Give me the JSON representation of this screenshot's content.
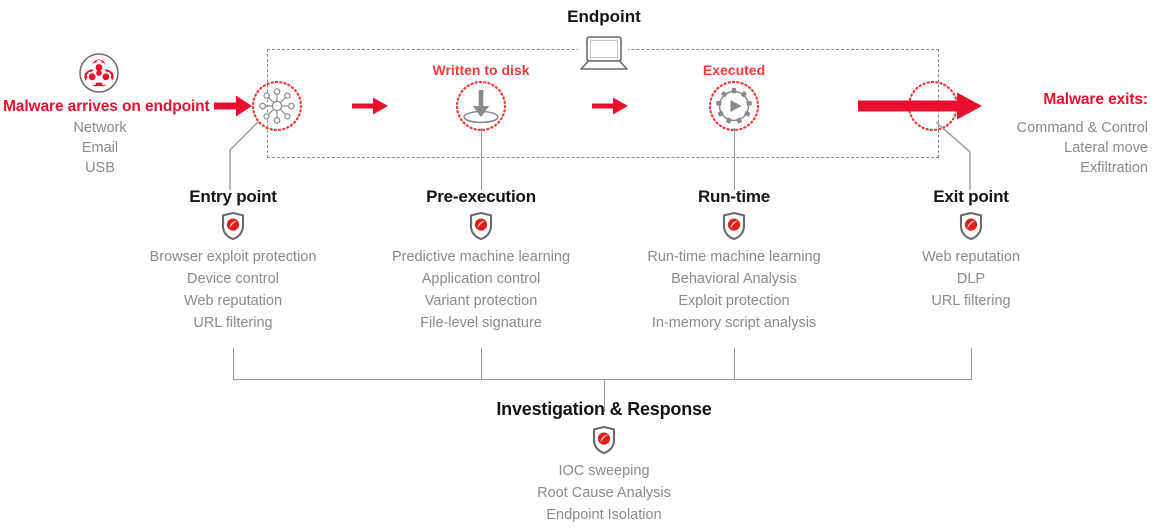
{
  "theme": {
    "red": "#e8112d",
    "red_light": "#ef3b3b",
    "gray_text": "#8a8a8a",
    "dark_text": "#151515",
    "line_gray": "#9a9a9a",
    "shield_outline": "#6e6a6b",
    "shield_red": "#e0211b"
  },
  "endpoint": {
    "title": "Endpoint",
    "icon": "laptop-icon"
  },
  "entry_stage": {
    "headline": "Malware arrives on endpoint",
    "vectors": [
      "Network",
      "Email",
      "USB"
    ],
    "icon": "biohazard-icon"
  },
  "exit_stage": {
    "headline": "Malware exits:",
    "vectors": [
      "Command & Control",
      "Lateral move",
      "Exfiltration"
    ]
  },
  "flow_labels": [
    {
      "label": "Written to disk",
      "icon": "write-to-disk-icon"
    },
    {
      "label": "Executed",
      "icon": "gear-play-icon"
    }
  ],
  "flow_icons": {
    "entry": "network-node-icon",
    "written": "write-to-disk-icon",
    "executed": "gear-play-icon",
    "exit": "arrow-through-circle-icon"
  },
  "arrows": [
    "arrow-right-icon",
    "arrow-right-icon",
    "arrow-right-icon",
    "arrow-right-long-icon"
  ],
  "columns": [
    {
      "title": "Entry point",
      "icon": "shield-icon",
      "features": [
        "Browser exploit protection",
        "Device control",
        "Web reputation",
        "URL filtering"
      ]
    },
    {
      "title": "Pre-execution",
      "icon": "shield-icon",
      "features": [
        "Predictive machine learning",
        "Application control",
        "Variant protection",
        "File-level signature"
      ]
    },
    {
      "title": "Run-time",
      "icon": "shield-icon",
      "features": [
        "Run-time machine learning",
        "Behavioral Analysis",
        "Exploit protection",
        "In-memory script analysis"
      ]
    },
    {
      "title": "Exit point",
      "icon": "shield-icon",
      "features": [
        "Web reputation",
        "DLP",
        "URL filtering"
      ]
    }
  ],
  "summary": {
    "title": "Investigation & Response",
    "icon": "shield-icon",
    "features": [
      "IOC sweeping",
      "Root Cause Analysis",
      "Endpoint Isolation"
    ]
  }
}
